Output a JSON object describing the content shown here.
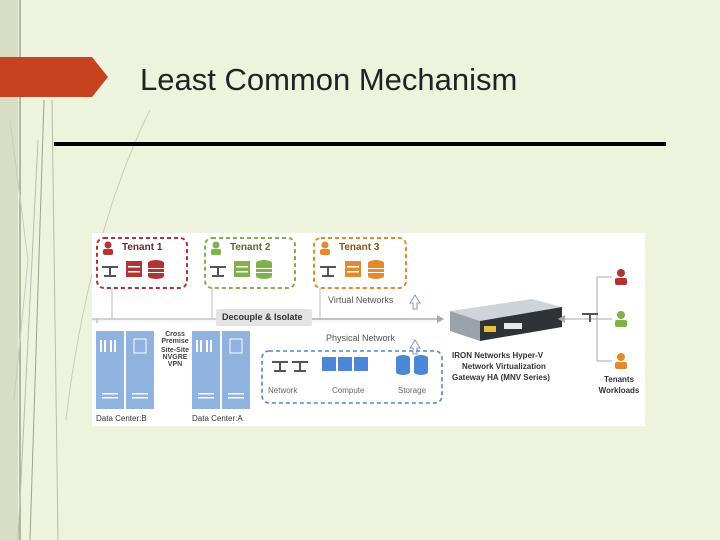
{
  "slide": {
    "title": "Least Common Mechanism"
  },
  "diagram": {
    "tenants": [
      {
        "label": "Tenant 1",
        "color": "#b23333"
      },
      {
        "label": "Tenant 2",
        "color": "#7fb24a"
      },
      {
        "label": "Tenant 3",
        "color": "#e58a2c"
      }
    ],
    "virtual_networks": "Virtual Networks",
    "decouple": "Decouple & Isolate",
    "physical_network": "Physical Network",
    "cross_premise": [
      "Cross",
      "Premise",
      "Site-Site",
      "NVGRE",
      "VPN"
    ],
    "resources": [
      "Network",
      "Compute",
      "Storage"
    ],
    "gateway": [
      "IRON Networks Hyper-V",
      "Network Virtualization",
      "Gateway HA (MNV Series)"
    ],
    "tenants_workloads": [
      "Tenants",
      "Workloads"
    ],
    "datacenters": [
      "Data Center:B",
      "Data Center:A"
    ]
  }
}
